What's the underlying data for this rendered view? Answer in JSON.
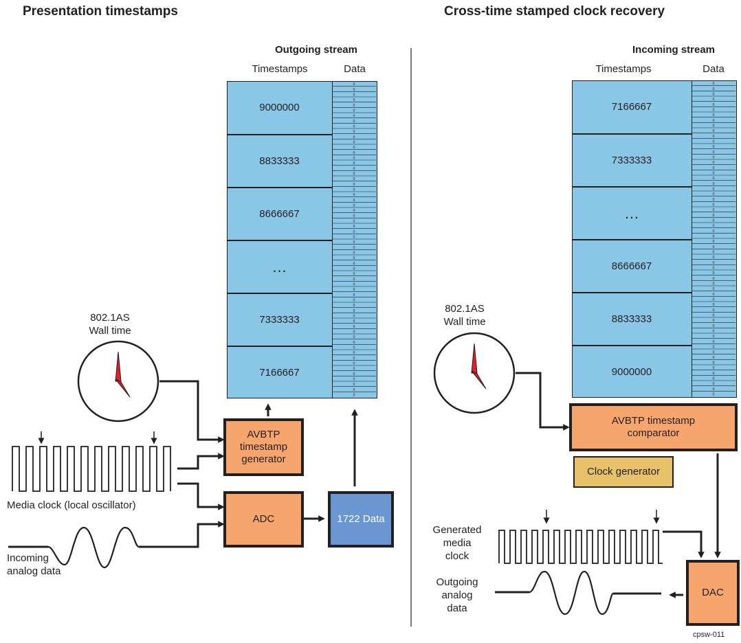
{
  "left": {
    "title": "Presentation timestamps",
    "stream_title": "Outgoing stream",
    "col_timestamps": "Timestamps",
    "col_data": "Data",
    "timestamps": [
      "9000000",
      "8833333",
      "8666667",
      "…",
      "7333333",
      "7166667"
    ],
    "clock_label": [
      "802.1AS",
      "Wall time"
    ],
    "generator": [
      "AVBTP",
      "timestamp",
      "generator"
    ],
    "adc": "ADC",
    "data_1722": "1722 Data",
    "media_clock": "Media clock (local oscillator)",
    "incoming_analog": [
      "Incoming",
      "analog data"
    ]
  },
  "right": {
    "title": "Cross-time stamped clock recovery",
    "stream_title": "Incoming stream",
    "col_timestamps": "Timestamps",
    "col_data": "Data",
    "timestamps": [
      "7166667",
      "7333333",
      "…",
      "8666667",
      "8833333",
      "9000000"
    ],
    "clock_label": [
      "802.1AS",
      "Wall time"
    ],
    "comparator": [
      "AVBTP timestamp",
      "comparator"
    ],
    "clock_generator": "Clock generator",
    "generated_clock": [
      "Generated",
      "media",
      "clock"
    ],
    "outgoing_analog": [
      "Outgoing",
      "analog",
      "data"
    ],
    "dac": "DAC"
  },
  "data_bit": "0",
  "footer_id": "cpsw-011",
  "colors": {
    "stream_fill": "#8ac6e6",
    "orange": "#f6a66c",
    "blue": "#6a96d2",
    "tan": "#e8c26a",
    "hand": "#e02028"
  }
}
